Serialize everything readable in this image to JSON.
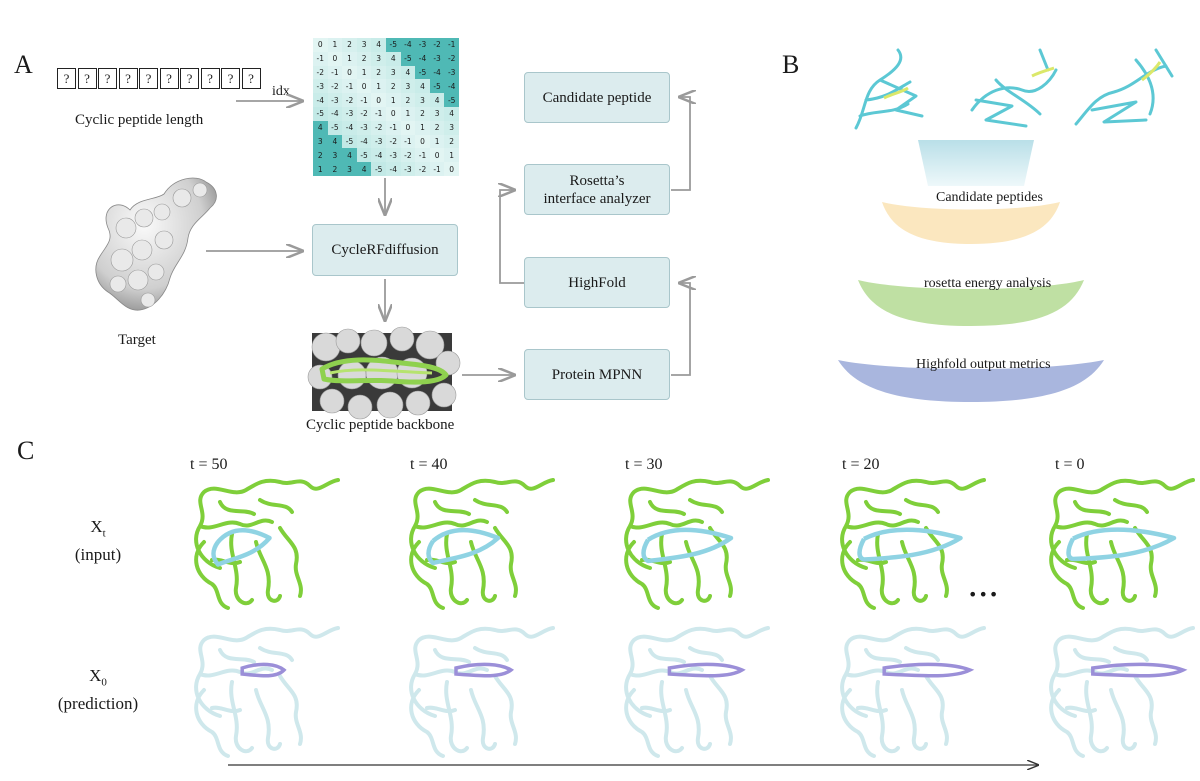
{
  "panels": {
    "a": "A",
    "b": "B",
    "c": "C"
  },
  "panel_a": {
    "sequence_cells": [
      "?",
      "?",
      "?",
      "?",
      "?",
      "?",
      "?",
      "?",
      "?",
      "?"
    ],
    "sequence_label": "Cyclic peptide length",
    "idx_label": "idx",
    "matrix": [
      [
        "0",
        "1",
        "2",
        "3",
        "4",
        "-5",
        "-4",
        "-3",
        "-2",
        "-1"
      ],
      [
        "-1",
        "0",
        "1",
        "2",
        "3",
        "4",
        "-5",
        "-4",
        "-3",
        "-2"
      ],
      [
        "-2",
        "-1",
        "0",
        "1",
        "2",
        "3",
        "4",
        "-5",
        "-4",
        "-3"
      ],
      [
        "-3",
        "-2",
        "-1",
        "0",
        "1",
        "2",
        "3",
        "4",
        "-5",
        "-4"
      ],
      [
        "-4",
        "-3",
        "-2",
        "-1",
        "0",
        "1",
        "2",
        "3",
        "4",
        "-5"
      ],
      [
        "-5",
        "-4",
        "-3",
        "-2",
        "-1",
        "0",
        "1",
        "2",
        "3",
        "4"
      ],
      [
        "4",
        "-5",
        "-4",
        "-3",
        "-2",
        "-1",
        "0",
        "1",
        "2",
        "3"
      ],
      [
        "3",
        "4",
        "-5",
        "-4",
        "-3",
        "-2",
        "-1",
        "0",
        "1",
        "2"
      ],
      [
        "2",
        "3",
        "4",
        "-5",
        "-4",
        "-3",
        "-2",
        "-1",
        "0",
        "1"
      ],
      [
        "1",
        "2",
        "3",
        "4",
        "-5",
        "-4",
        "-3",
        "-2",
        "-1",
        "0"
      ]
    ],
    "target_label": "Target",
    "backbone_label": "Cyclic peptide backbone",
    "boxes": {
      "cyclerf": "CycleRFdiffusion",
      "mpnn": "Protein MPNN",
      "highfold": "HighFold",
      "rosetta_line1": "Rosetta’s",
      "rosetta_line2": "interface analyzer",
      "candidate": "Candidate peptide"
    },
    "colors": {
      "box_fill": "#dcecee",
      "matrix_dark": "#4fb9b5",
      "matrix_light": "#d6f1ef",
      "peptide_green": "#8fd14f"
    }
  },
  "panel_b": {
    "funnel_labels": [
      "Candidate peptides",
      "rosetta energy analysis",
      "Highfold output metrics"
    ],
    "colors": {
      "funnel_top": "#c9e7ee",
      "yellow": "#fbe7bf",
      "green": "#bfe0a3",
      "blue": "#a9b6de",
      "protein_cyan": "#5cc8d4"
    }
  },
  "panel_c": {
    "timesteps": [
      "t = 50",
      "t = 40",
      "t = 30",
      "t = 20",
      "t = 0"
    ],
    "ellipsis": "•••",
    "row1_symbol": "X",
    "row1_sub": "t",
    "row1_note": "(input)",
    "row2_symbol": "X",
    "row2_sub": "0",
    "row2_note": "(prediction)",
    "peptide_extent": [
      0.35,
      0.5,
      0.7,
      0.85,
      0.9
    ],
    "colors": {
      "green": "#7fcf3a",
      "cyan": "#8fd3e3",
      "pale": "#cfe8ec",
      "purple": "#9b8fd8"
    }
  }
}
